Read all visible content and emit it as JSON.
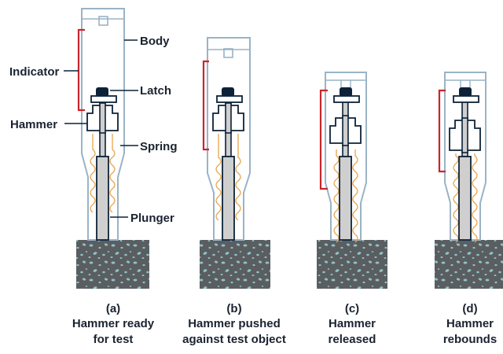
{
  "labels": {
    "body": "Body",
    "indicator": "Indicator",
    "latch": "Latch",
    "hammer": "Hammer",
    "spring": "Spring",
    "plunger": "Plunger"
  },
  "panels": [
    {
      "letter": "(a)",
      "line1": "Hammer ready",
      "line2": "for test"
    },
    {
      "letter": "(b)",
      "line1": "Hammer pushed",
      "line2": "against test object"
    },
    {
      "letter": "(c)",
      "line1": "Hammer",
      "line2": "released"
    },
    {
      "letter": "(d)",
      "line1": "Hammer",
      "line2": "rebounds"
    }
  ],
  "colors": {
    "outline": "#9ab3c6",
    "dark": "#0d2238",
    "indicator": "#c8262b",
    "spring": "#e8a44c",
    "plunger": "#cfcfcf",
    "concrete": "#5a5e60",
    "pebble": "#8fc2c7"
  }
}
